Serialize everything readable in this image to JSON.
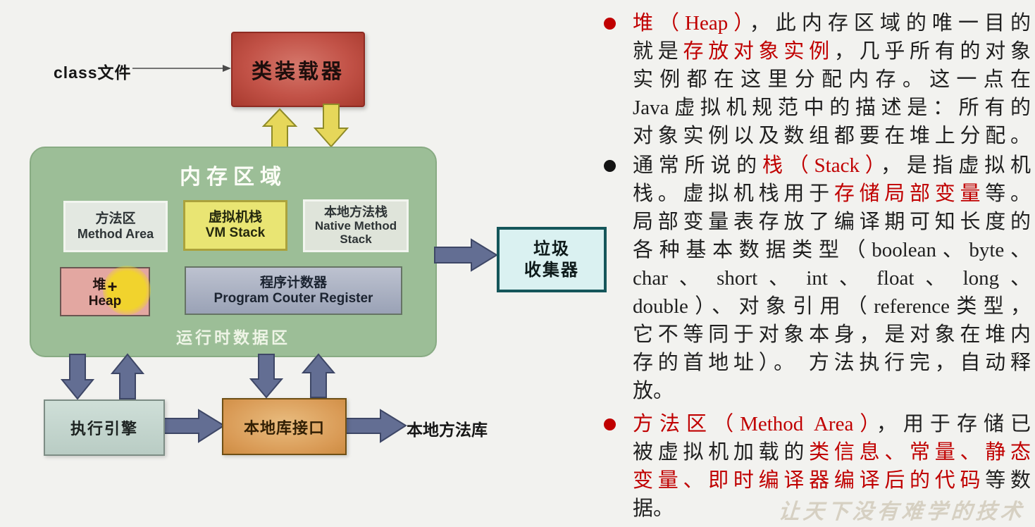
{
  "theme": {
    "page_bg": "#f2f2ef",
    "memory_green": "#9cbe97",
    "vm_yellow": "#e9e573",
    "heap_pink": "#e3a7a1",
    "highlight_yellow": "#f2d723",
    "gc_cyan": "#daf1f1",
    "gc_border": "#15565a",
    "accent_red": "#c00000",
    "watermark": "#d6d0c2"
  },
  "diagram": {
    "class_file_label": "class文件",
    "loader_label": "类装载器",
    "memory_title": "内存区域",
    "runtime_label": "运行时数据区",
    "cells": {
      "method_area": {
        "line1": "方法区",
        "line2": "Method Area"
      },
      "vm_stack": {
        "line1": "虚拟机栈",
        "line2": "VM Stack"
      },
      "native_stack": {
        "line1": "本地方法栈",
        "line2": "Native Method",
        "line3": "Stack"
      },
      "heap": {
        "line1": "堆",
        "cursor": "+",
        "line2": "Heap"
      },
      "pc": {
        "line1": "程序计数器",
        "line2": "Program Couter Register"
      }
    },
    "gc_line1": "垃圾",
    "gc_line2": "收集器",
    "engine_label": "执行引擎",
    "jni_label": "本地库接口",
    "native_lib_label": "本地方法库"
  },
  "notes": {
    "bullets": [
      {
        "dot": "#c00000",
        "lines": [
          {
            "segs": [
              {
                "t": "堆（Heap）",
                "r": true
              },
              {
                "t": "，此内存区域的唯一目的"
              }
            ]
          },
          {
            "segs": [
              {
                "t": "就是"
              },
              {
                "t": "存放对象实例",
                "r": true
              },
              {
                "t": "，几乎所有的对象"
              }
            ]
          },
          {
            "segs": [
              {
                "t": "实例都在这里分配内存。这一点在"
              }
            ]
          },
          {
            "segs": [
              {
                "t": "Java虚拟机规范中的描述是：所有的"
              }
            ]
          },
          {
            "segs": [
              {
                "t": "对象实例以及数组都要在堆上分配。"
              }
            ]
          }
        ]
      },
      {
        "dot": "#141414",
        "lines": [
          {
            "segs": [
              {
                "t": "通常所说的"
              },
              {
                "t": "栈（Stack）",
                "r": true
              },
              {
                "t": "，是指虚拟机"
              }
            ]
          },
          {
            "segs": [
              {
                "t": "栈。虚拟机栈用于"
              },
              {
                "t": "存储局部变量",
                "r": true
              },
              {
                "t": "等。"
              }
            ]
          },
          {
            "segs": [
              {
                "t": "局部变量表存放了编译期可知长度的"
              }
            ]
          },
          {
            "segs": [
              {
                "t": "各种基本数据类型（boolean、byte、"
              }
            ]
          },
          {
            "segs": [
              {
                "t": "char 、 short 、 int 、 float 、 long 、"
              }
            ]
          },
          {
            "segs": [
              {
                "t": "double）、对象引用（reference类型，"
              }
            ]
          },
          {
            "segs": [
              {
                "t": "它不等同于对象本身，是对象在堆内"
              }
            ]
          },
          {
            "segs": [
              {
                "t": "存的首地址）。 方法执行完，自动释"
              }
            ]
          },
          {
            "segs": [
              {
                "t": "放。"
              }
            ],
            "short": true
          }
        ]
      },
      {
        "dot": "#c00000",
        "lines": [
          {
            "segs": [
              {
                "t": "方法区（Method Area）",
                "r": true
              },
              {
                "t": "，用于存储已"
              }
            ]
          },
          {
            "segs": [
              {
                "t": "被虚拟机加载的"
              },
              {
                "t": "类信息、常量、静态",
                "r": true
              }
            ]
          },
          {
            "segs": [
              {
                "t": "变量、即时编译器编译后的代码",
                "r": true
              },
              {
                "t": "等数"
              }
            ]
          },
          {
            "segs": [
              {
                "t": "据。"
              }
            ],
            "short": true
          }
        ]
      }
    ]
  },
  "watermark": "让天下没有难学的技术"
}
